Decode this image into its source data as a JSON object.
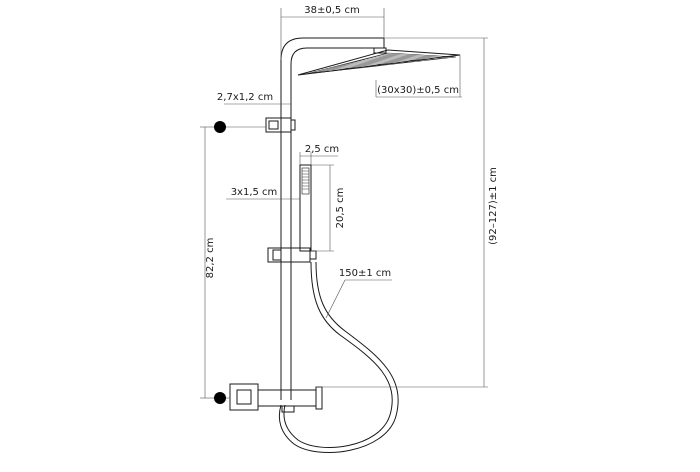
{
  "colors": {
    "line": "#1a1a1a",
    "dimension": "#555555",
    "background": "#ffffff",
    "dot": "#000000"
  },
  "dimensions": {
    "arm_width": "38±0,5 cm",
    "head_size": "(30x30)±0,5 cm",
    "bracket_size": "2,7x1,2 cm",
    "handshower_width": "2,5 cm",
    "handshower_length": "20,5 cm",
    "handle_size": "3x1,5 cm",
    "hose_length": "150±1 cm",
    "mount_spacing": "82,2 cm",
    "total_height": "(92–127)±1 cm"
  }
}
